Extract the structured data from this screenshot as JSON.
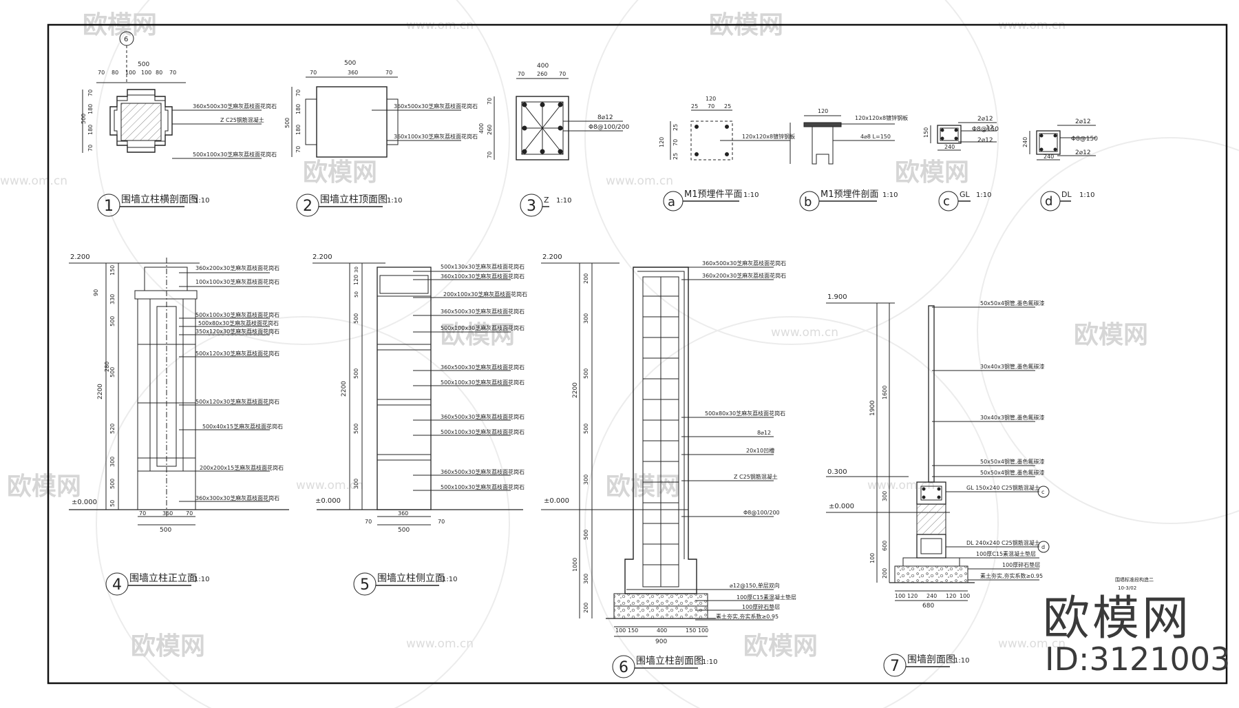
{
  "watermark": {
    "brand": "欧模网",
    "url": "www.om.cn",
    "id": "ID:3121003"
  },
  "details": {
    "d1": {
      "num": "1",
      "title": "围墙立柱横剖面图",
      "scale": "1:10",
      "top_dims": [
        "500",
        "70",
        "80",
        "100",
        "100",
        "80",
        "70"
      ],
      "side_dims": [
        "500",
        "70",
        "180",
        "180",
        "70"
      ],
      "notes": [
        "360x500x30芝麻灰荔枝面花岗石",
        "Z C25钢筋混凝土",
        "500x100x30芝麻灰荔枝面花岗石"
      ]
    },
    "d2": {
      "num": "2",
      "title": "围墙立柱顶面图",
      "scale": "1:10",
      "top_dims": [
        "500",
        "70",
        "360",
        "70"
      ],
      "side_dims": [
        "500",
        "70",
        "180",
        "180",
        "70"
      ],
      "notes": [
        "360x500x30芝麻灰荔枝面花岗石",
        "360x100x30芝麻灰荔枝面花岗石"
      ]
    },
    "d3": {
      "num": "3",
      "title": "Z",
      "scale": "1:10",
      "top_dims": [
        "400",
        "70",
        "260",
        "70"
      ],
      "side_dims": [
        "400",
        "70",
        "260",
        "70"
      ],
      "notes": [
        "8⌀12",
        "Φ8@100/200"
      ]
    },
    "da": {
      "num": "a",
      "title": "M1预埋件平面",
      "scale": "1:10",
      "top_dims": [
        "120",
        "25",
        "70",
        "25"
      ],
      "side_dims": [
        "120",
        "25",
        "70",
        "25"
      ],
      "notes": [
        "120x120x8镀锌钢板"
      ]
    },
    "db": {
      "num": "b",
      "title": "M1预埋件剖面",
      "scale": "1:10",
      "top_dims": [
        "120"
      ],
      "notes": [
        "120x120x8镀锌钢板",
        "4⌀8 L=150"
      ]
    },
    "dc": {
      "num": "c",
      "title": "GL",
      "scale": "1:10",
      "dims": [
        "150",
        "240"
      ],
      "notes": [
        "2⌀12",
        "Φ8@150",
        "12",
        "2⌀12"
      ]
    },
    "dd": {
      "num": "d",
      "title": "DL",
      "scale": "1:10",
      "dims": [
        "240",
        "240"
      ],
      "notes": [
        "2⌀12",
        "Φ8@150",
        "2⌀12"
      ]
    },
    "d4": {
      "num": "4",
      "title": "围墙立柱正立面",
      "scale": "1:10",
      "levels": [
        "2.200",
        "±0.000"
      ],
      "side_dims": [
        "2200",
        "150",
        "90",
        "330",
        "500",
        "500",
        "520",
        "280",
        "300",
        "500",
        "50"
      ],
      "bottom_dims": [
        "70",
        "360",
        "70",
        "500"
      ],
      "notes": [
        "360x200x30芝麻灰荔枝面花岗石",
        "100x100x30芝麻灰荔枝面花岗石",
        "500x100x30芝麻灰荔枝面花岗石",
        "500x80x30芝麻灰荔枝面花岗石",
        "350x120x30芝麻灰荔枝面花岗石",
        "500x120x30芝麻灰荔枝面花岗石",
        "500x120x30芝麻灰荔枝面花岗石",
        "500x40x15芝麻灰荔枝面花岗石",
        "200x200x15芝麻灰荔枝面花岗石",
        "360x300x30芝麻灰荔枝面花岗石"
      ]
    },
    "d5": {
      "num": "5",
      "title": "围墙立柱侧立面",
      "scale": "1:10",
      "levels": [
        "2.200",
        "±0.000"
      ],
      "side_dims": [
        "2200",
        "120",
        "30",
        "50",
        "500",
        "500",
        "500",
        "300"
      ],
      "bottom_dims": [
        "70",
        "360",
        "70",
        "500"
      ],
      "notes": [
        "500x130x30芝麻灰荔枝面花岗石",
        "360x100x30芝麻灰荔枝面花岗石",
        "200x100x30芝麻灰荔枝面花岗石",
        "360x500x30芝麻灰荔枝面花岗石",
        "500x100x30芝麻灰荔枝面花岗石",
        "360x500x30芝麻灰荔枝面花岗石",
        "500x100x30芝麻灰荔枝面花岗石",
        "360x500x30芝麻灰荔枝面花岗石",
        "500x100x30芝麻灰荔枝面花岗石",
        "360x500x30芝麻灰荔枝面花岗石",
        "500x100x30芝麻灰荔枝面花岗石"
      ]
    },
    "d6": {
      "num": "6",
      "title": "围墙立柱剖面图",
      "scale": "1:10",
      "levels": [
        "2.200",
        "±0.000"
      ],
      "side_dims": [
        "200",
        "300",
        "500",
        "500",
        "300",
        "2200",
        "500",
        "1000",
        "300",
        "200"
      ],
      "bottom_dims": [
        "100",
        "150",
        "400",
        "150",
        "100",
        "900"
      ],
      "notes": [
        "360x500x30芝麻灰荔枝面花岗石",
        "360x200x30芝麻灰荔枝面花岗石",
        "500x80x30芝麻灰荔枝面花岗石",
        "8⌀12",
        "20x10凹槽",
        "Z C25钢筋混凝土",
        "Φ8@100/200",
        "⌀12@150,单层双向",
        "100厚C15素混凝土垫层",
        "100厚碎石垫层",
        "素土夯实,夯实系数≥0.95"
      ]
    },
    "d7": {
      "num": "7",
      "title": "围墙剖面图",
      "scale": "1:10",
      "levels": [
        "1.900",
        "0.300",
        "±0.000"
      ],
      "side_dims": [
        "1600",
        "300",
        "600",
        "200",
        "1900",
        "100"
      ],
      "bottom_dims": [
        "100",
        "120",
        "240",
        "120",
        "100",
        "680"
      ],
      "notes": [
        "50x50x4钢管,墨色氟碳漆",
        "30x40x3钢管,墨色氟碳漆",
        "30x40x3钢管,墨色氟碳漆",
        "50x50x4钢管,墨色氟碳漆",
        "50x50x4钢管,墨色氟碳漆",
        "GL 150x240 C25钢筋混凝土",
        "DL 240x240 C25钢筋混凝土",
        "100厚C15素混凝土垫层",
        "100厚碎石垫层",
        "素土夯实,夯实系数≥0.95"
      ],
      "side_note": [
        "围墙标准段构造二",
        "10-3/02"
      ]
    }
  }
}
